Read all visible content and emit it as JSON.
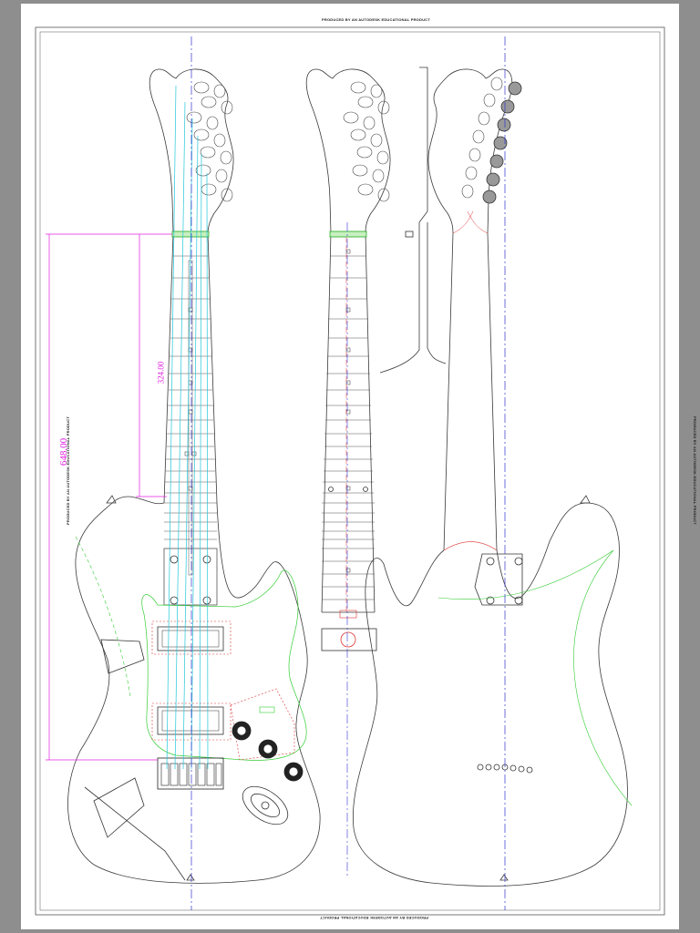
{
  "sheet": {
    "producer_note": "PRODUCED BY AN AUTODESK EDUCATIONAL PRODUCT"
  },
  "dimensions": {
    "scale_length": "648.00",
    "half_scale": "324.00"
  },
  "colors": {
    "outline": "#3a3a3a",
    "centerline": "#3333cc",
    "strings": "#22c6d8",
    "dimension": "#e020e0",
    "routing": "#33cc33",
    "pickup_cavity": "#dd3333",
    "nut": "#22aa22"
  },
  "views": [
    "front-view",
    "fretboard-view",
    "side-profile-view",
    "back-view"
  ]
}
